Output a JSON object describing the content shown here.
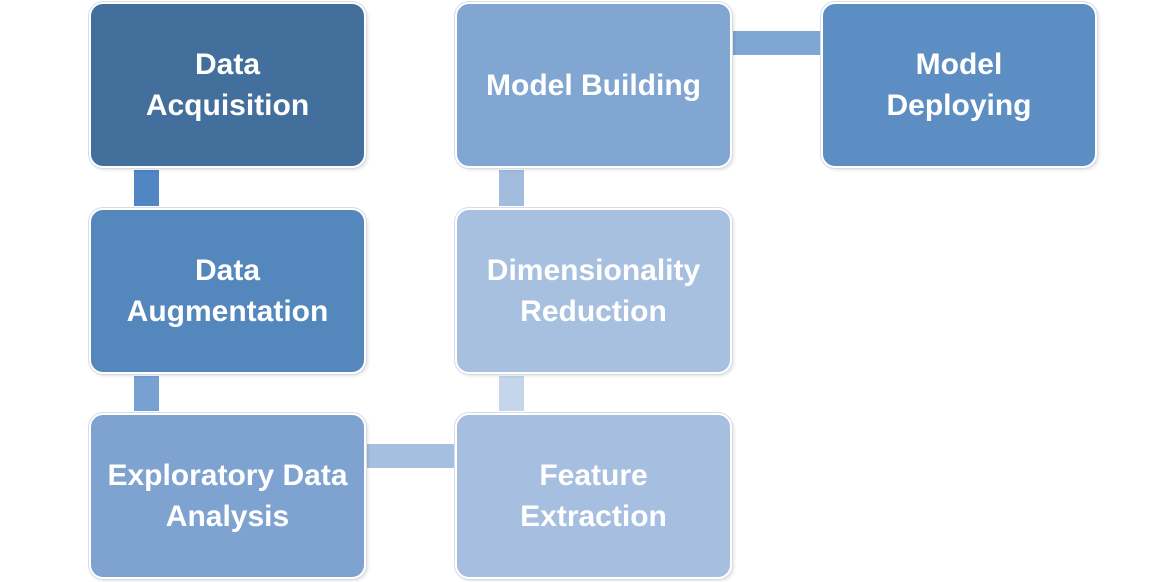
{
  "diagram": {
    "nodes": [
      {
        "id": "data-acquisition",
        "label": "Data Acquisition",
        "color": "#426f9c"
      },
      {
        "id": "data-augmentation",
        "label": "Data Augmentation",
        "color": "#5487bc"
      },
      {
        "id": "exploratory-data-analysis",
        "label": "Exploratory Data Analysis",
        "color": "#7fa3d0"
      },
      {
        "id": "feature-extraction",
        "label": "Feature Extraction",
        "color": "#a6bfe0"
      },
      {
        "id": "dimensionality-reduction",
        "label": "Dimensionality Reduction",
        "color": "#a8c0e0"
      },
      {
        "id": "model-building",
        "label": "Model Building",
        "color": "#81a6d2"
      },
      {
        "id": "model-deploying",
        "label": "Model Deploying",
        "color": "#5c8ec3"
      }
    ],
    "connectors": [
      {
        "from": "data-acquisition",
        "to": "data-augmentation",
        "color": "#4f86c3"
      },
      {
        "from": "data-augmentation",
        "to": "exploratory-data-analysis",
        "color": "#77a1d1"
      },
      {
        "from": "exploratory-data-analysis",
        "to": "feature-extraction",
        "color": "#a4bfdf"
      },
      {
        "from": "feature-extraction",
        "to": "dimensionality-reduction",
        "color": "#c5d5ea"
      },
      {
        "from": "dimensionality-reduction",
        "to": "model-building",
        "color": "#a2bcdd"
      },
      {
        "from": "model-building",
        "to": "model-deploying",
        "color": "#7ea6d3"
      }
    ]
  }
}
